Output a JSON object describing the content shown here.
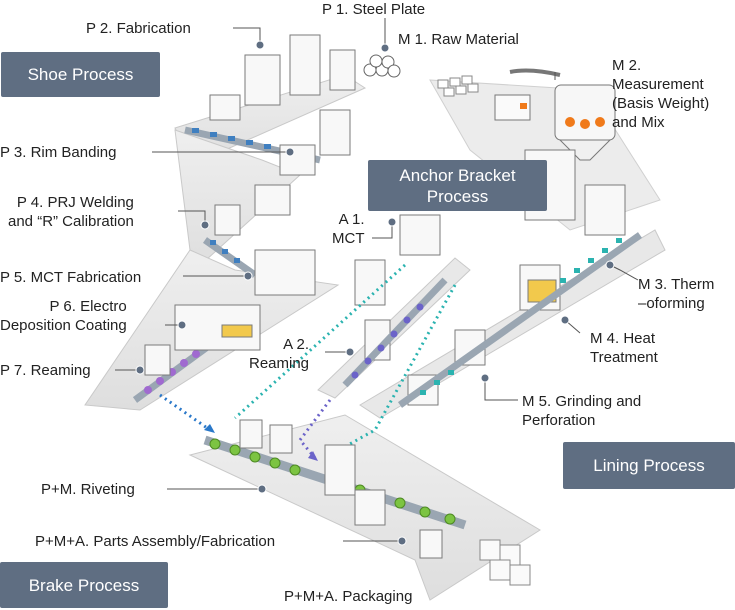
{
  "badges": {
    "shoe": "Shoe Process",
    "anchor": "Anchor Bracket\nProcess",
    "lining": "Lining Process",
    "brake": "Brake Process"
  },
  "labels": {
    "p1": "P 1. Steel Plate",
    "p2": "P 2. Fabrication",
    "m1": "M 1. Raw Material",
    "m2": "M 2.\nMeasurement\n(Basis Weight)\nand Mix",
    "p3": "P 3. Rim Banding",
    "p4": "P 4. PRJ Welding\nand “R” Calibration",
    "a1": "A 1.\nMCT",
    "p5": "P 5. MCT Fabrication",
    "p6": "P 6. Electro\nDeposition Coating",
    "m3": "M 3. Therm\n–oforming",
    "m4": "M 4. Heat\nTreatment",
    "a2": "A 2.\nReaming",
    "p7": "P 7. Reaming",
    "m5": "M 5. Grinding and\nPerforation",
    "pm": "P+M. Riveting",
    "pma1": "P+M+A. Parts Assembly/Fabrication",
    "pma2": "P+M+A. Packaging"
  },
  "colors": {
    "badge": "#5f6e82",
    "floor": "#e6e6e6",
    "shoe_belt": "#3f7fc0",
    "anchor_belt": "#6b63c9",
    "lining_belt": "#2bb3b0",
    "brake_parts": "#7cc442",
    "heat_glow": "#f2c94c",
    "mix_orange": "#f07a1a"
  }
}
